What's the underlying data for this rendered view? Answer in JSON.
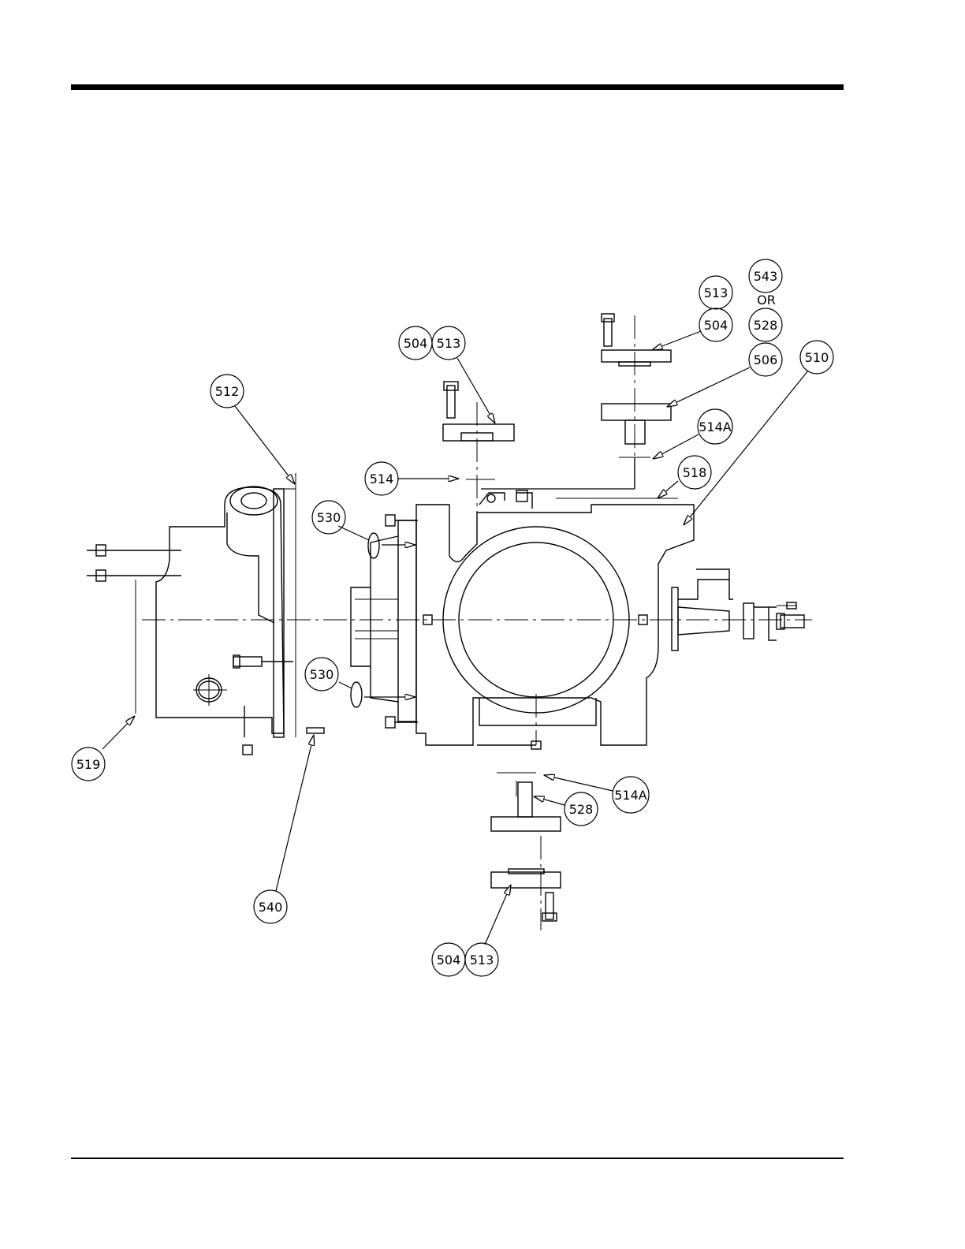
{
  "figure": {
    "title": "",
    "callouts": {
      "c512": "512",
      "c519": "519",
      "c540": "540",
      "c530a": "530",
      "c530b": "530",
      "c514": "514",
      "c504a": "504",
      "c513a": "513",
      "c513b": "513",
      "c504b": "504",
      "c543": "543",
      "or": "OR",
      "c528a": "528",
      "c506": "506",
      "c510": "510",
      "c514Aa": "514A",
      "c518": "518",
      "c514Ab": "514A",
      "c528b": "528",
      "c504c": "504",
      "c513c": "513"
    }
  }
}
